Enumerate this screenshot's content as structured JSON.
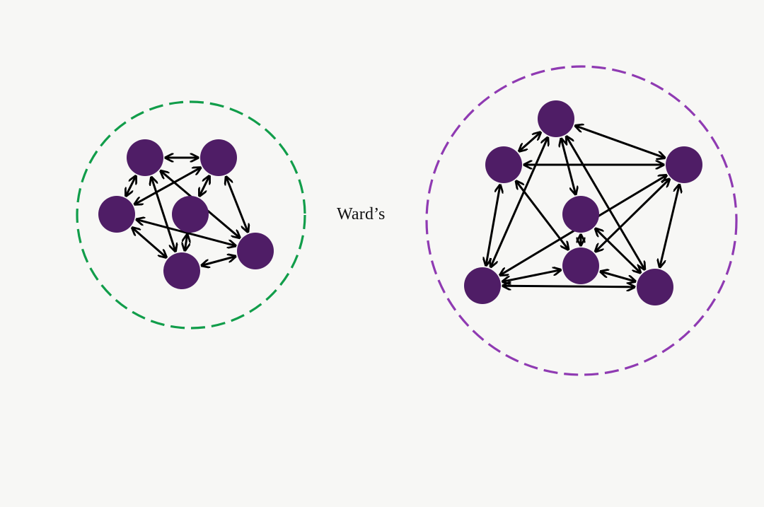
{
  "caption": "Ward’s",
  "colors": {
    "background": "#f7f7f5",
    "node": "#4f1d66",
    "edge": "#000000",
    "cluster_left": "#119d4a",
    "cluster_right": "#8f3ab2"
  },
  "clusters": [
    {
      "id": "left",
      "color_key": "cluster_left",
      "nodes": [
        "L1",
        "L2",
        "L3",
        "L4",
        "L5",
        "L6"
      ],
      "edges": [
        [
          "L1",
          "L2"
        ],
        [
          "L1",
          "L3"
        ],
        [
          "L1",
          "L5"
        ],
        [
          "L1",
          "L6"
        ],
        [
          "L2",
          "L3"
        ],
        [
          "L2",
          "L4"
        ],
        [
          "L2",
          "L6"
        ],
        [
          "L3",
          "L5"
        ],
        [
          "L3",
          "L6"
        ],
        [
          "L4",
          "L5"
        ],
        [
          "L5",
          "L6"
        ]
      ]
    },
    {
      "id": "right",
      "color_key": "cluster_right",
      "nodes": [
        "R1",
        "R2",
        "R3",
        "R4",
        "R5",
        "R6",
        "R7"
      ],
      "edges": [
        [
          "R1",
          "R2"
        ],
        [
          "R1",
          "R3"
        ],
        [
          "R1",
          "R4"
        ],
        [
          "R1",
          "R5"
        ],
        [
          "R1",
          "R7"
        ],
        [
          "R2",
          "R3"
        ],
        [
          "R2",
          "R5"
        ],
        [
          "R2",
          "R6"
        ],
        [
          "R3",
          "R5"
        ],
        [
          "R3",
          "R6"
        ],
        [
          "R3",
          "R7"
        ],
        [
          "R4",
          "R6"
        ],
        [
          "R4",
          "R7"
        ],
        [
          "R5",
          "R6"
        ],
        [
          "R5",
          "R7"
        ],
        [
          "R6",
          "R7"
        ]
      ]
    }
  ]
}
